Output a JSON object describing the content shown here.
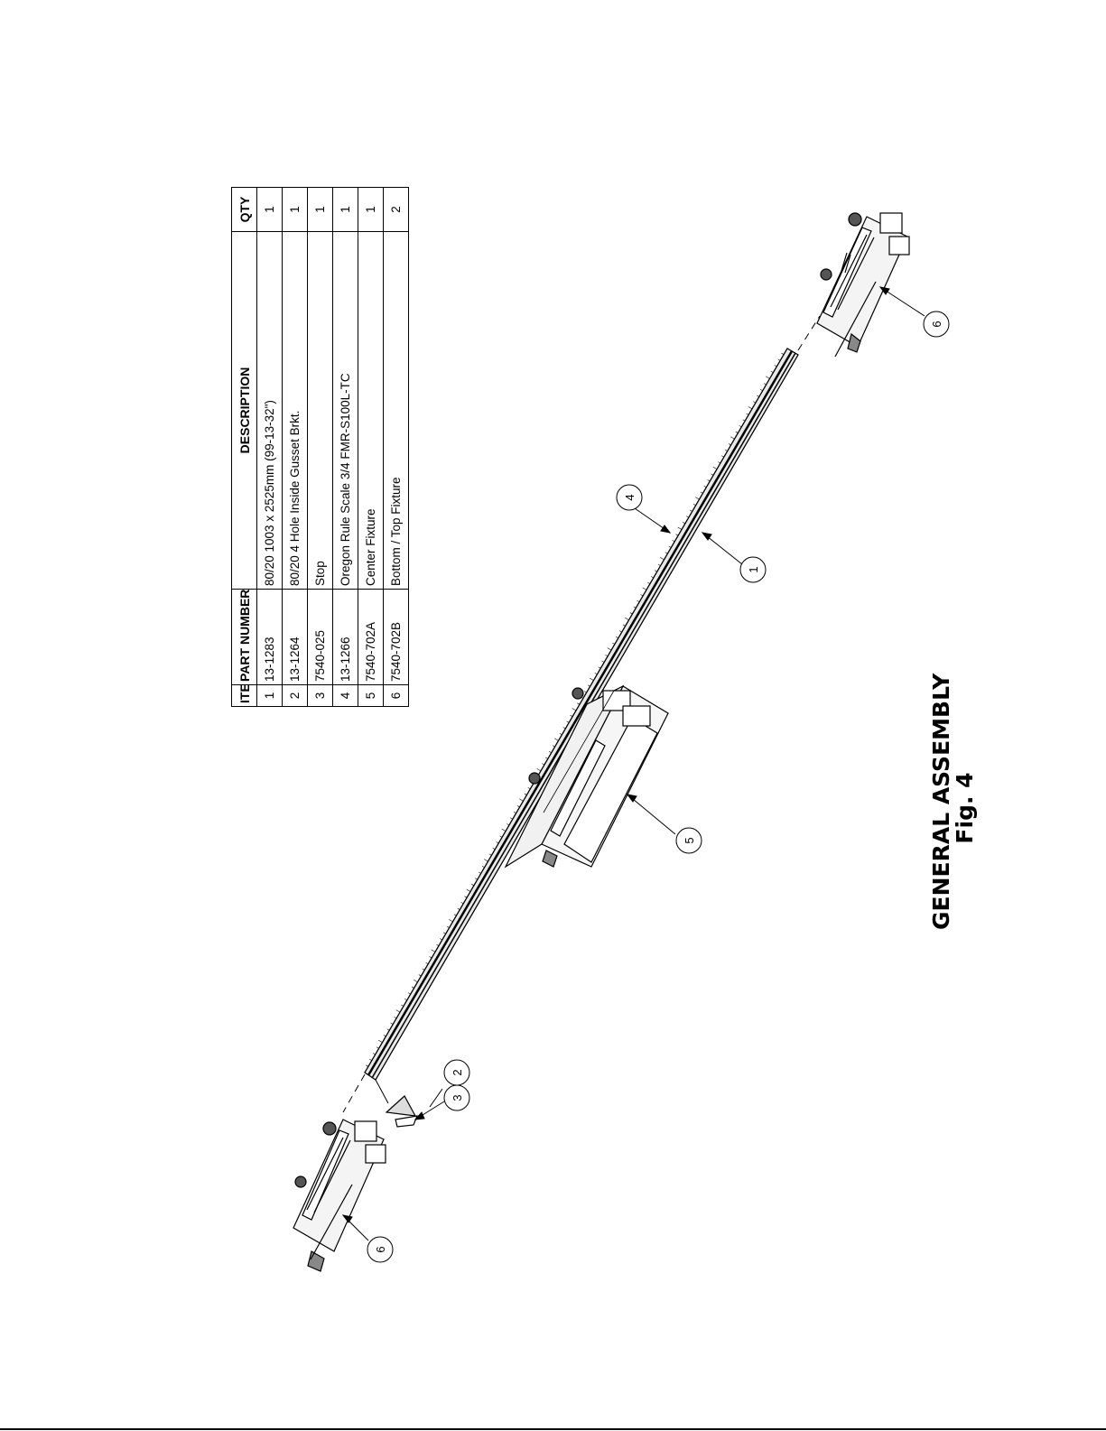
{
  "bom": {
    "headers": {
      "item": "ITEM",
      "part_number": "PART NUMBER",
      "description": "DESCRIPTION",
      "qty": "QTY"
    },
    "rows": [
      {
        "item": "1",
        "part_number": "13-1283",
        "description": "80/20 1003 x 2525mm (99-13-32\")",
        "qty": "1"
      },
      {
        "item": "2",
        "part_number": "13-1264",
        "description": "80/20 4 Hole Inside Gusset Brkt.",
        "qty": "1"
      },
      {
        "item": "3",
        "part_number": "7540-025",
        "description": "Stop",
        "qty": "1"
      },
      {
        "item": "4",
        "part_number": "13-1266",
        "description": "Oregon Rule Scale 3/4 FMR-S100L-TC",
        "qty": "1"
      },
      {
        "item": "5",
        "part_number": "7540-702A",
        "description": "Center Fixture",
        "qty": "1"
      },
      {
        "item": "6",
        "part_number": "7540-702B",
        "description": "Bottom / Top Fixture",
        "qty": "2"
      }
    ]
  },
  "title": {
    "line1": "GENERAL ASSEMBLY",
    "line2": "Fig. 4"
  },
  "balloons": {
    "top_fixture": "6",
    "scale": "4",
    "extrusion": "1",
    "center_fixture": "5",
    "gusset": "2",
    "stop": "3",
    "bottom_fixture": "6"
  }
}
